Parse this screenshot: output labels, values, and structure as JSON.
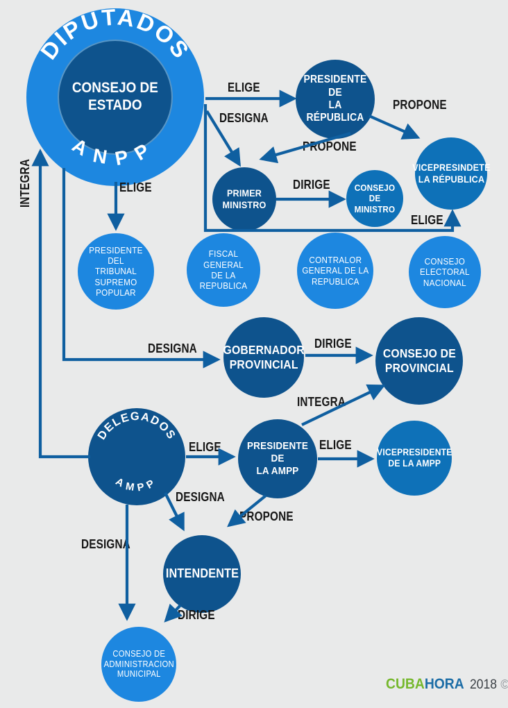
{
  "colors": {
    "background": "#e9eaea",
    "bright_blue": "#1d87e0",
    "dark_blue": "#0e538d",
    "medium_blue": "#0e71b8",
    "line_blue": "#0f5fa0",
    "label_black": "#161616",
    "brand_green": "#76b82d",
    "brand_blue": "#1c6da6"
  },
  "nodes": {
    "anpp": {
      "ring_top": "DIPUTADOS",
      "ring_bottom": "ANPP",
      "center": "CONSEJO DE\nESTADO"
    },
    "presidente_republica": {
      "label": "PRESIDENTE DE\nLA RÉPUBLICA"
    },
    "primer_ministro": {
      "label": "PRIMER\nMINISTRO"
    },
    "consejo_ministro": {
      "label": "CONSEJO DE\nMINISTRO"
    },
    "vicepresidente_republica": {
      "label": "VICEPRESINDETE\nLA RÉPUBLICA"
    },
    "tribunal_supremo": {
      "label": "PRESIDENTE DEL\nTRIBUNAL SUPREMO\nPOPULAR"
    },
    "fiscal_general": {
      "label": "FISCAL GENERAL\nDE LA REPUBLICA"
    },
    "contralor_general": {
      "label": "CONTRALOR\nGENERAL DE LA\nREPUBLICA"
    },
    "consejo_electoral": {
      "label": "CONSEJO\nELECTORAL\nNACIONAL"
    },
    "gobernador": {
      "label": "GOBERNADOR\nPROVINCIAL"
    },
    "consejo_provincial": {
      "label": "CONSEJO DE\nPROVINCIAL"
    },
    "delegados_ampp": {
      "ring_top": "DELEGADOS",
      "ring_bottom": "AMPP"
    },
    "presidente_ampp": {
      "label": "PRESIDENTE DE\nLA AMPP"
    },
    "vicepresidente_ampp": {
      "label": "VICEPRESIDENTE\nDE LA AMPP"
    },
    "intendente": {
      "label": "INTENDENTE"
    },
    "consejo_admin_municipal": {
      "label": "CONSEJO DE\nADMINISTRACION\nMUNICIPAL"
    }
  },
  "edges": {
    "elige_presidente_republica": "ELIGE",
    "designa_primer_ministro": "DESIGNA",
    "propone_primer_ministro": "PROPONE",
    "propone_vicepresidente": "PROPONE",
    "dirige_consejo_ministro": "DIRIGE",
    "elige_vicepresidente": "ELIGE",
    "elige_tribunal": "ELIGE",
    "integra_anpp": "INTEGRA",
    "designa_gobernador": "DESIGNA",
    "dirige_consejo_provincial": "DIRIGE",
    "integra_consejo_provincial": "INTEGRA",
    "elige_presidente_ampp": "ELIGE",
    "elige_vicepresidente_ampp": "ELIGE",
    "designa_intendente": "DESIGNA",
    "propone_intendente": "PROPONE",
    "designa_consejo_municipal": "DESIGNA",
    "dirige_consejo_municipal": "DIRIGE"
  },
  "footer": {
    "brand_green_text": "CUBA",
    "brand_blue_text": "HORA",
    "year": "2018",
    "copyright": "©"
  }
}
